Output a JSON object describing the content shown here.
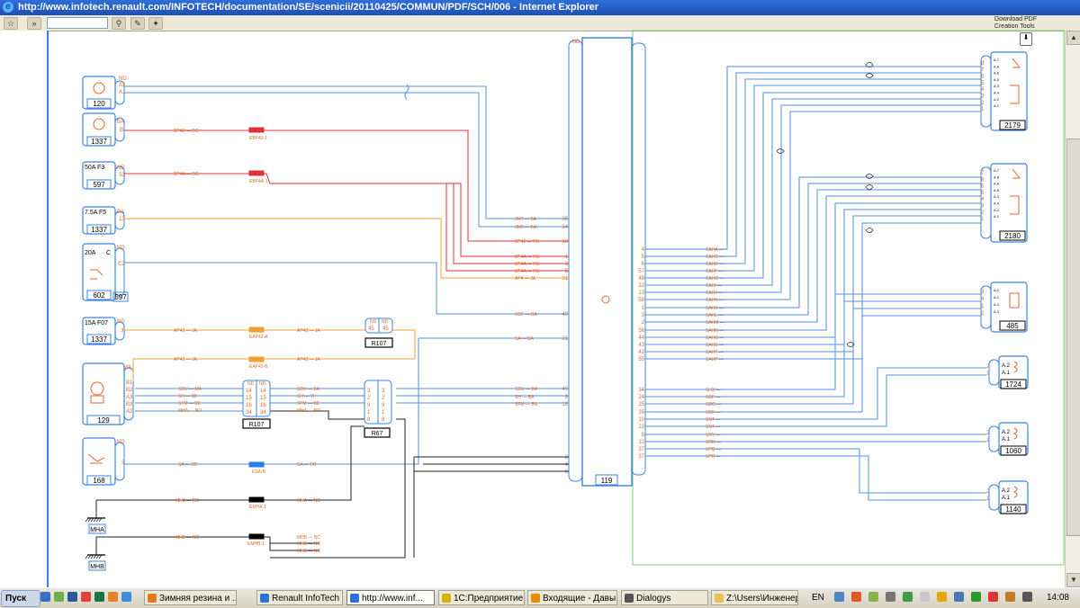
{
  "window": {
    "title": "http://www.infotech.renault.com/INFOTECH/documentation/SE/scenicii/20110425/COMMUN/PDF/SCH/006 - Internet Explorer",
    "pdf_tools": [
      "Download PDF",
      "Creation Tools"
    ]
  },
  "taskbar": {
    "start": "Пуск",
    "items": [
      {
        "label": "Зимняя резина и ...",
        "active": false,
        "color": "#e47a1e"
      },
      {
        "label": "Renault InfoTech :...",
        "active": false,
        "color": "#2f6fd8"
      },
      {
        "label": "http://www.inf...",
        "active": true,
        "color": "#2f6fd8"
      },
      {
        "label": "1С:Предприятие ...",
        "active": false,
        "color": "#d2b300"
      },
      {
        "label": "Входящие - Давы...",
        "active": false,
        "color": "#ea8a00"
      },
      {
        "label": "Dialogys",
        "active": false,
        "color": "#555555"
      },
      {
        "label": "Z:\\Users\\Инженер...",
        "active": false,
        "color": "#e2c35b"
      }
    ],
    "lang": "EN",
    "clock": "14:08"
  },
  "colors": {
    "wire_blue": "#4f8fe3",
    "wire_red": "#e0303a",
    "wire_orange": "#f0a030",
    "wire_black": "#222222",
    "label": "#e06a2a",
    "box": "#3a83e6"
  },
  "diagram": {
    "components": [
      {
        "id": "120",
        "pins": [
          "ND",
          "A2",
          "A1"
        ]
      },
      {
        "id": "1337",
        "pins": [
          "BA",
          "B"
        ]
      },
      {
        "id": "597",
        "rating": "50A  F3",
        "pins": [
          "ND",
          "S3"
        ]
      },
      {
        "id": "1337",
        "rating": "7.5A  F5",
        "pins": [
          "BA",
          "13"
        ]
      },
      {
        "id": "602",
        "rating": "20A",
        "sub": "597",
        "pins": [
          "ND",
          "C",
          "C2"
        ]
      },
      {
        "id": "1337",
        "rating": "15A  F07",
        "pins": [
          "ND",
          "3"
        ]
      },
      {
        "id": "129",
        "pins": [
          "MA",
          "B1",
          "B2",
          "A3",
          "B3",
          "A2"
        ]
      },
      {
        "id": "168",
        "pins": [
          "ND",
          "3"
        ]
      },
      {
        "id": "MHA"
      },
      {
        "id": "MHB"
      }
    ],
    "ecu": {
      "id": "119",
      "top_label": "ND",
      "left_pins": [
        "35",
        "34",
        "18",
        "1",
        "3",
        "5",
        "31",
        "49",
        "21",
        "49",
        "9",
        "18",
        "2",
        "4",
        "6"
      ],
      "right_pins": [
        "4",
        "5",
        "6",
        "57",
        "48",
        "32",
        "13",
        "58",
        "1",
        "3",
        "2",
        "56",
        "44",
        "43",
        "42",
        "55",
        "34",
        "24",
        "25",
        "35",
        "10",
        "23",
        "8",
        "12",
        "37",
        "37"
      ]
    },
    "fuse_labels": [
      "EBP42-1",
      "EBP4A-1",
      "EAP43-A",
      "EAP43-B",
      "ESA-B",
      "EMHA-1",
      "EMHB-1"
    ],
    "wire_labels_left": [
      "BP42",
      "RG",
      "BP4A",
      "RG",
      "AP43",
      "JA",
      "AP43",
      "JA",
      "AP43",
      "JA",
      "AP43",
      "JA",
      "SDU",
      "MA",
      "SH",
      "BE",
      "SFM",
      "BE",
      "MHA",
      "NO",
      "SA",
      "OR",
      "SA",
      "OR",
      "MHA",
      "NC",
      "MHA",
      "NC",
      "MHB",
      "NC",
      "MHB",
      "NC",
      "MHB",
      "NC"
    ],
    "ecu_left_wire_labels": [
      {
        "code": "3M7",
        "color": "BA"
      },
      {
        "code": "3M8",
        "color": "BA"
      },
      {
        "code": "BP42",
        "color": "RG"
      },
      {
        "code": "BP4A",
        "color": "RG"
      },
      {
        "code": "BP4A",
        "color": "RG"
      },
      {
        "code": "BP4A",
        "color": "RG"
      },
      {
        "code": "AP4",
        "color": "JA"
      },
      {
        "code": "SDE",
        "color": "BA"
      },
      {
        "code": "SA",
        "color": "BA"
      },
      {
        "code": "SDU",
        "color": "BA"
      },
      {
        "code": "SH",
        "color": "BA"
      },
      {
        "code": "SFM",
        "color": "BA"
      }
    ],
    "ecu_right_wire_labels": [
      "SAHA",
      "SAHC",
      "SAHD",
      "SAHF",
      "SAHG",
      "SAHI",
      "SAHJ",
      "SAHK",
      "SAHK",
      "SAHL",
      "SAHM",
      "SAHN",
      "SAHG",
      "SAHS",
      "SAHT",
      "SAHP",
      "SHX",
      "SDF",
      "SDG",
      "SDK",
      "SNT",
      "SNT",
      "SNY",
      "SRN",
      "SPQ",
      "SPR"
    ],
    "connectors_mid": [
      {
        "id": "R107",
        "head": [
          "ND",
          "ND"
        ],
        "rows": [
          [
            "14",
            "14"
          ],
          [
            "15",
            "15"
          ],
          [
            "16",
            "16"
          ],
          [
            "34",
            "34"
          ]
        ]
      },
      {
        "id": "R107",
        "head": [
          "ND",
          "ND"
        ],
        "rows": [
          [
            "45",
            "45"
          ]
        ]
      },
      {
        "id": "R67",
        "head": [
          "",
          ""
        ],
        "rows": [
          [
            "3",
            "3"
          ],
          [
            "2",
            "2"
          ],
          [
            "9",
            "9"
          ],
          [
            "1",
            "1"
          ],
          [
            "8",
            "8"
          ]
        ]
      }
    ],
    "right_components": [
      {
        "id": "2179",
        "pins": [
          "8",
          "7",
          "6",
          "5",
          "4",
          "3",
          "2",
          "1"
        ],
        "inner": [
          "A.7",
          "A.8",
          "A.6",
          "A.5",
          "A.3",
          "A.4",
          "A.2",
          "A.1"
        ]
      },
      {
        "id": "2180",
        "pins": [
          "7",
          "8",
          "6",
          "5",
          "4",
          "3",
          "2",
          "1"
        ],
        "inner": [
          "A.7",
          "A.8",
          "A.6",
          "A.5",
          "A.3",
          "A.4",
          "A.2",
          "A.1"
        ]
      },
      {
        "id": "485",
        "pins": [
          "3",
          "4",
          "1",
          "2"
        ],
        "inner": [
          "A.2",
          "A.1",
          "A.4",
          "A.3"
        ]
      },
      {
        "id": "1724",
        "pins": [
          "2",
          "1"
        ],
        "inner": [
          "A.2",
          "A.1"
        ]
      },
      {
        "id": "1060",
        "pins": [
          "2",
          "1"
        ],
        "inner": [
          "A.2",
          "A.1"
        ]
      },
      {
        "id": "1140",
        "pins": [
          "2",
          "1"
        ],
        "inner": [
          "A.2",
          "A.1"
        ]
      }
    ]
  }
}
